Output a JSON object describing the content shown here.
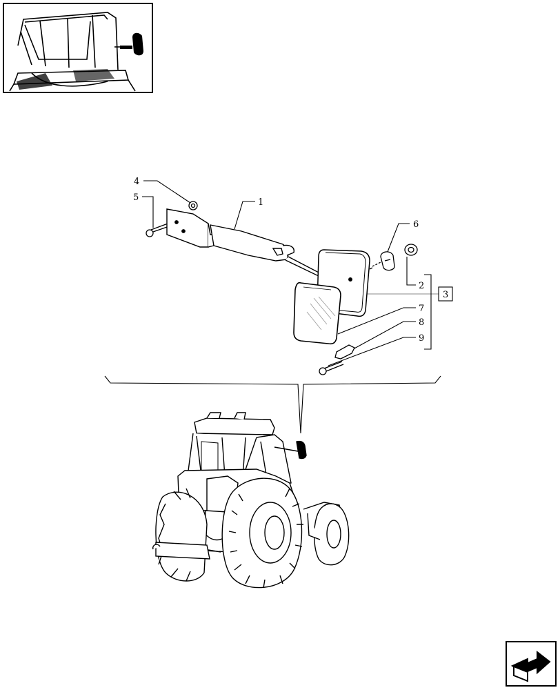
{
  "callouts": {
    "part_1": "1",
    "part_2": "2",
    "part_3": "3",
    "part_4": "4",
    "part_5": "5",
    "part_6": "6",
    "part_7": "7",
    "part_8": "8",
    "part_9": "9"
  },
  "icons": {
    "thumbnail": "tractor-cab-mirror-thumbnail",
    "navigation": "next-page-arrow-icon"
  }
}
